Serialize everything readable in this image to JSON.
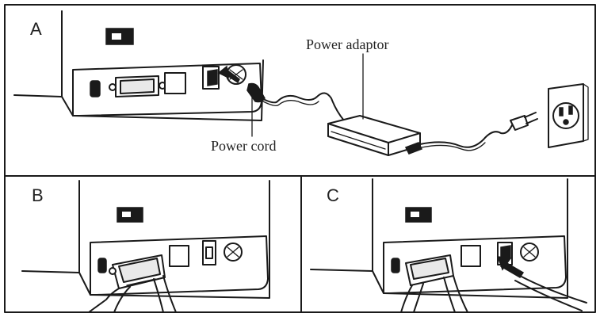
{
  "panels": {
    "a": {
      "letter": "A"
    },
    "b": {
      "letter": "B"
    },
    "c": {
      "letter": "C"
    }
  },
  "callouts": {
    "power_adaptor": "Power adaptor",
    "power_cord": "Power cord"
  },
  "colors": {
    "line": "#1a1a1a",
    "background": "#ffffff"
  }
}
